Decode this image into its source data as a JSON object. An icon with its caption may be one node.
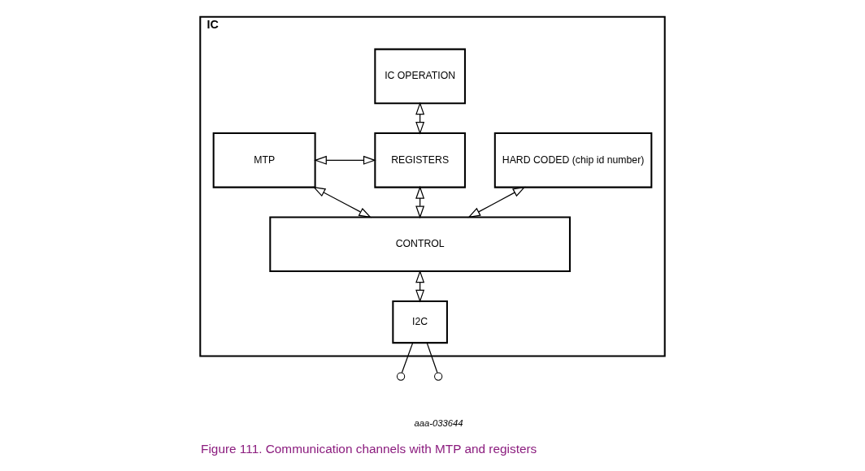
{
  "diagram": {
    "caption": "Figure 111. Communication channels with MTP and registers",
    "nodes": [
      {
        "text": [
          "IC"
        ]
      },
      {
        "text": [
          "IC OPERATION"
        ],
        "in": 0
      },
      {
        "text": [
          "HARD CODED (chip id number)"
        ],
        "in": 0
      },
      {
        "text": [
          "MTP"
        ],
        "in": 0
      },
      {
        "text": [
          "REGISTERS"
        ],
        "in": 0
      },
      {
        "text": [
          "CONTROL"
        ],
        "in": 0
      },
      {
        "text": [
          "I2C"
        ],
        "in": 0
      },
      {
        "text": [],
        "shape": "circle"
      },
      {
        "text": [],
        "shape": "circle"
      }
    ],
    "edges": [
      {
        "from": 4,
        "to": 1,
        "arrow": "both"
      },
      {
        "from": 3,
        "to": 4,
        "arrow": "both"
      },
      {
        "from": 2,
        "to": 5,
        "arrow": "both"
      },
      {
        "from": 3,
        "to": 5,
        "arrow": "both"
      },
      {
        "from": 4,
        "to": 5,
        "arrow": "both"
      },
      {
        "from": 5,
        "to": 6,
        "arrow": "both"
      },
      {
        "from": 6,
        "to": 7,
        "arrow": "none"
      },
      {
        "from": 6,
        "to": 8,
        "arrow": "none"
      }
    ],
    "labels": [
      "aaa-033644"
    ]
  }
}
